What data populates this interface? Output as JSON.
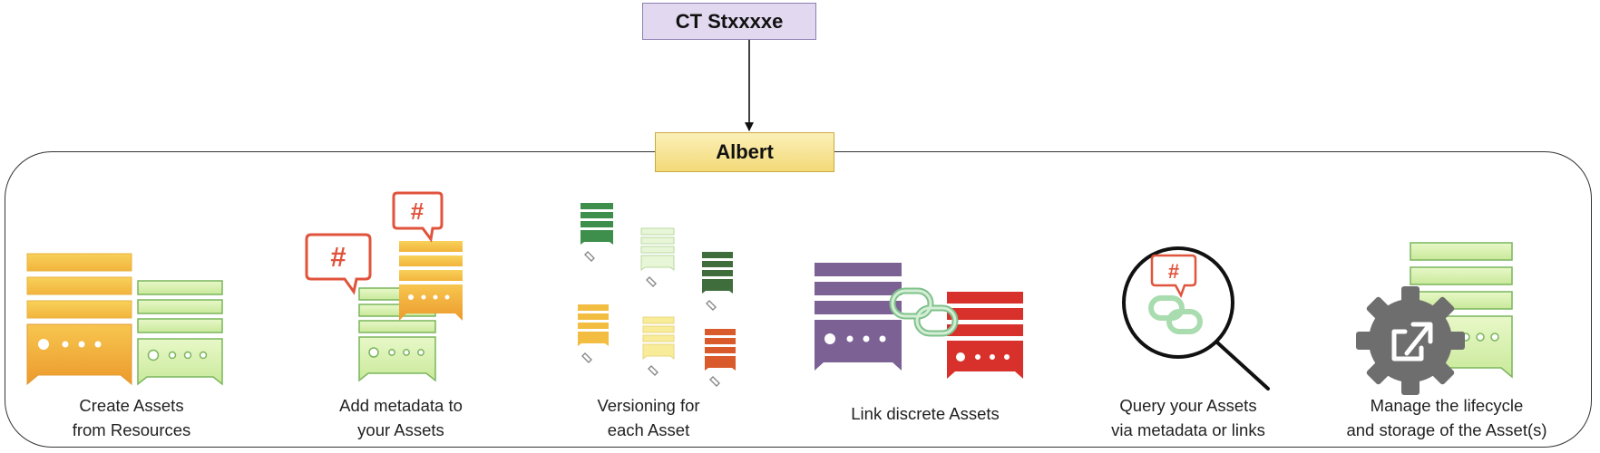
{
  "diagram": {
    "top_node": "CT Stxxxxe",
    "platform": "Albert",
    "tag_symbol": "#",
    "features": [
      {
        "line1": "Create Assets",
        "line2": "from Resources"
      },
      {
        "line1": "Add metadata to",
        "line2": "your Assets"
      },
      {
        "line1": "Versioning for",
        "line2": "each Asset"
      },
      {
        "line1": "Link discrete Assets",
        "line2": ""
      },
      {
        "line1": "Query your Assets",
        "line2": "via metadata or links"
      },
      {
        "line1": "Manage the lifecycle",
        "line2": "and storage of the Asset(s)"
      }
    ]
  },
  "colors": {
    "orange": "#f2a93b",
    "light_green": "#d7f0b0",
    "green_stroke": "#7ab55c",
    "tag_red": "#e0533c",
    "purple": "#7c6294",
    "red": "#d8302a",
    "dark_green": "#3f6e3c",
    "gear_gray": "#6e6e6e"
  }
}
